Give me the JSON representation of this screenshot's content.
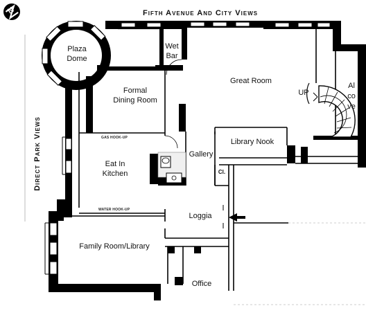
{
  "compass": {
    "label": "N"
  },
  "headers": {
    "top": "Fifth Avenue And City Views",
    "left": "Direct Park Views"
  },
  "rooms": {
    "plaza_dome": "Plaza\nDome",
    "wet_bar": "Wet\nBar",
    "great_room": "Great Room",
    "formal_dining": "Formal\nDining Room",
    "library_nook": "Library Nook",
    "gallery": "Gallery",
    "eat_in_kitchen": "Eat In\nKitchen",
    "closet": "Cl.",
    "loggia": "Loggia",
    "family_room": "Family Room/Library",
    "office": "Office",
    "alcove": "Alcove",
    "up": "UP"
  },
  "notes": {
    "gas": "GAS HOOK-UP",
    "water": "WATER HOOK-UP"
  }
}
